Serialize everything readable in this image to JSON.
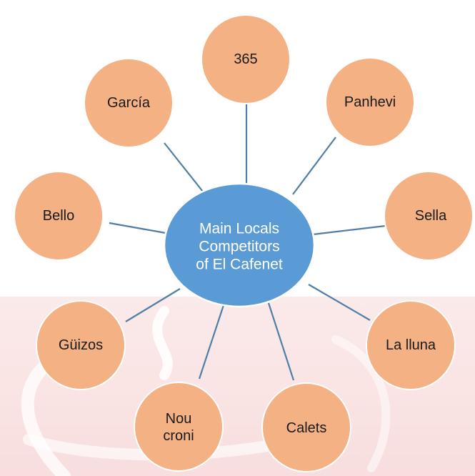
{
  "diagram": {
    "center": {
      "label": "Main Locals\nCompetitors\nof El Cafenet"
    },
    "nodes": [
      {
        "id": "365",
        "label": "365"
      },
      {
        "id": "panhevi",
        "label": "Panhevi"
      },
      {
        "id": "sella",
        "label": "Sella"
      },
      {
        "id": "la-lluna",
        "label": "La lluna"
      },
      {
        "id": "calets",
        "label": "Calets"
      },
      {
        "id": "nou-croni",
        "label": "Nou\ncroni"
      },
      {
        "id": "guizos",
        "label": "Güizos"
      },
      {
        "id": "bello",
        "label": "Bello"
      },
      {
        "id": "garcia",
        "label": "García"
      }
    ]
  },
  "colors": {
    "center_fill": "#5b9bd5",
    "node_fill": "#f4b183",
    "connector": "#4f7ea8",
    "watermark_band": "#fbeaea"
  }
}
